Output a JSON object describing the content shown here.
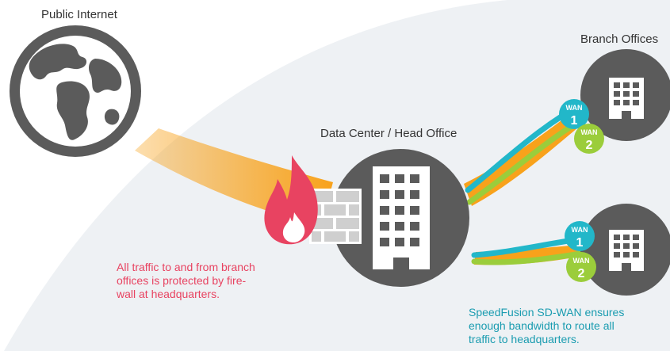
{
  "labels": {
    "internet": "Public Internet",
    "datacenter": "Data Center / Head Office",
    "branches": "Branch Offices"
  },
  "notes": {
    "firewall": [
      "All traffic to and from branch",
      "offices is protected by fire-",
      "wall at headquarters."
    ],
    "speedfusion": [
      "SpeedFusion SD-WAN ensures",
      "enough bandwidth to route all",
      "traffic to headquarters."
    ]
  },
  "wan": {
    "badge_text": "WAN",
    "numbers": [
      "1",
      "2",
      "1",
      "2"
    ]
  },
  "colors": {
    "background_arc": "#eef1f4",
    "node_fill": "#5b5b5b",
    "traffic": "#f8a21b",
    "firewall": "#e84361",
    "wall": "#cfcfcf",
    "wan1": "#22b7c9",
    "wan2": "#9bcd3b",
    "firewall_note": "#e84361",
    "speedfusion_note": "#1a9cb0"
  },
  "icons": [
    "globe-icon",
    "firewall-flame-icon",
    "brick-wall-icon",
    "building-icon"
  ]
}
